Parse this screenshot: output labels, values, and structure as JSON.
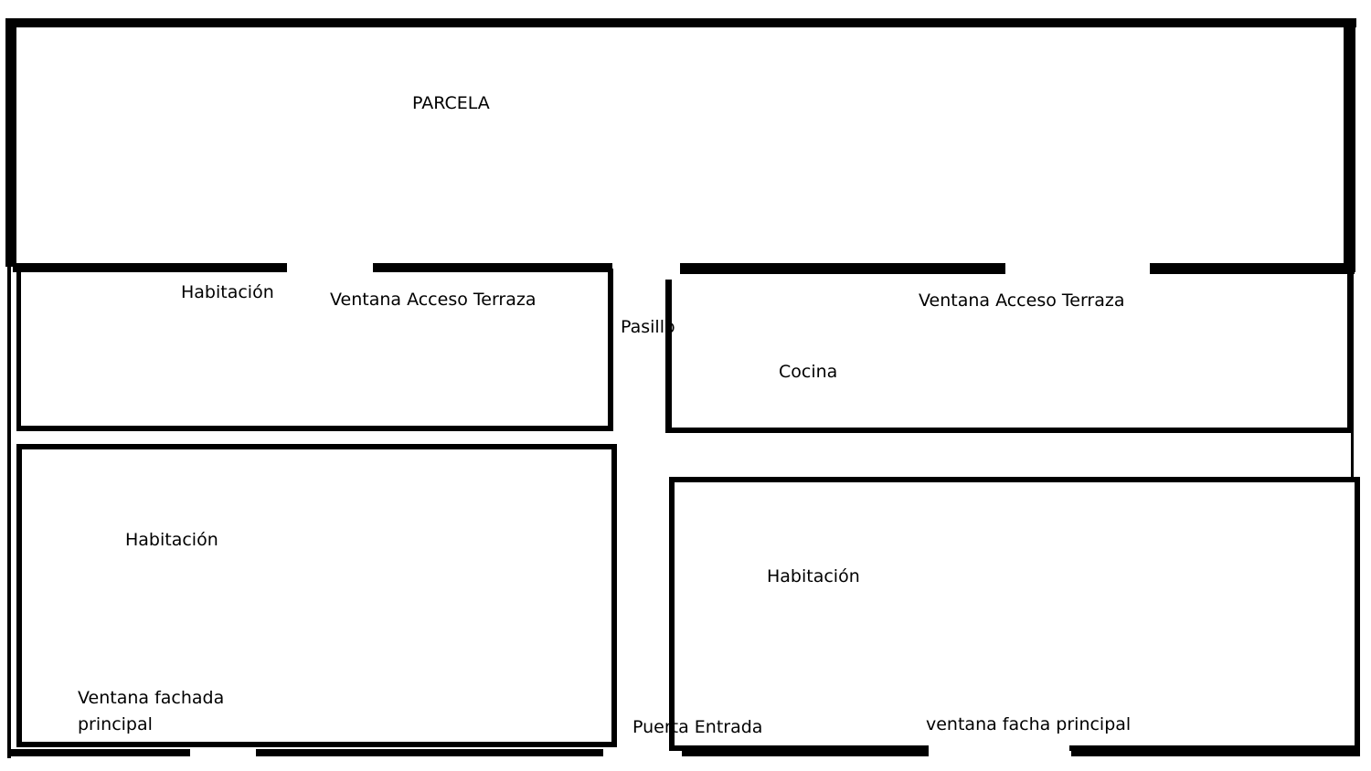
{
  "labels": {
    "parcela": "PARCELA",
    "habitacion_top_left": "Habitación",
    "ventana_terraza_left": "Ventana Acceso Terraza",
    "pasillo": "Pasillo",
    "ventana_terraza_right": "Ventana Acceso Terraza",
    "cocina": "Cocina",
    "habitacion_bottom_left": "Habitación",
    "habitacion_bottom_right": "Habitación",
    "ventana_fachada_principal": "Ventana fachada\nprincipal",
    "puerta_entrada": "Puerta Entrada",
    "ventana_facha_principal": "ventana facha principal"
  },
  "colors": {
    "wall": "#000000",
    "background": "#ffffff",
    "text": "#000000"
  }
}
